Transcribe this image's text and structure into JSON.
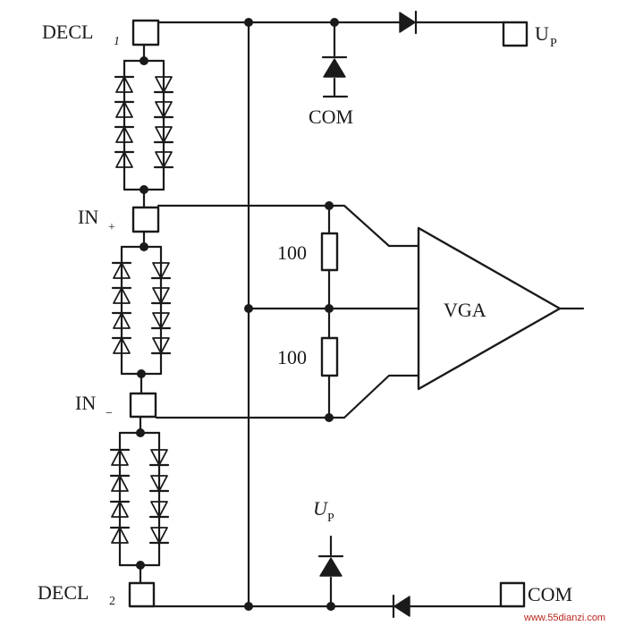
{
  "pins": {
    "decl1": {
      "main": "DECL",
      "sub": "1"
    },
    "decl2": {
      "main": "DECL",
      "sub": "2"
    },
    "in_plus": {
      "main": "IN",
      "sub": "+"
    },
    "in_minus": {
      "main": "IN",
      "sub": "−"
    },
    "up_top": {
      "main": "U",
      "sub": "P"
    },
    "com_top": "COM",
    "up_bottom": {
      "main": "U",
      "sub": "P"
    },
    "com_bottom": "COM"
  },
  "resistors": {
    "upper": "100",
    "lower": "100"
  },
  "amplifier": {
    "label": "VGA"
  },
  "watermark": "www.55dianzi.com"
}
